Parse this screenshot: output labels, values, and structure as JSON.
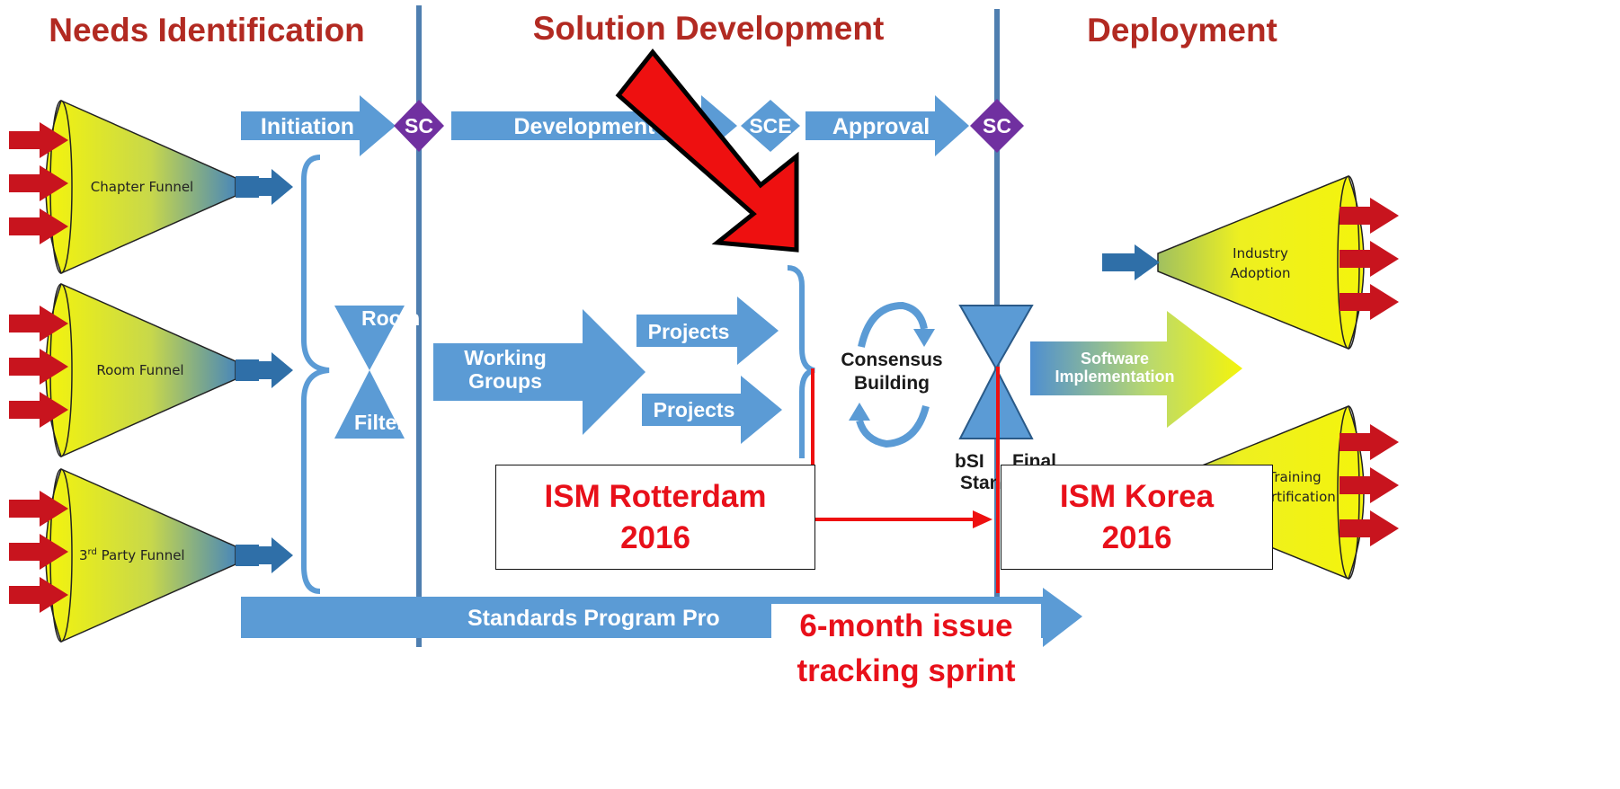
{
  "phases": {
    "needs": "Needs Identification",
    "solution": "Solution Development",
    "deployment": "Deployment"
  },
  "process_bar": {
    "initiation": "Initiation",
    "sc1": "SC",
    "development": "Development",
    "sce": "SCE",
    "approval": "Approval",
    "sc2": "SC"
  },
  "funnels": {
    "chapter": "Chapter Funnel",
    "room": "Room Funnel",
    "third_party_sup": "rd",
    "third_party_pre": "3",
    "third_party_rest": " Party Funnel",
    "industry_line1": "Industry",
    "industry_line2": "Adoption",
    "training_line1": "Training",
    "training_line2": "Certification"
  },
  "filter": {
    "top": "Room",
    "bottom": "Filter"
  },
  "working_groups": {
    "line1": "Working",
    "line2": "Groups"
  },
  "projects": {
    "top": "Projects",
    "bottom": "Projects"
  },
  "consensus": {
    "line1": "Consensus",
    "line2": "Building"
  },
  "final_standard": {
    "left1": "bSI",
    "left2": "Stan",
    "right1": "Final"
  },
  "software": {
    "line1": "Software",
    "line2": "Implementation"
  },
  "standards_bar": "Standards Program Pro",
  "callouts": {
    "rotterdam": "ISM Rotterdam\n2016",
    "korea": "ISM Korea\n2016",
    "sprint": "6-month issue\ntracking sprint"
  },
  "colors": {
    "phase_title": "#b22a22",
    "flow_blue": "#5b9bd5",
    "diamond_purple": "#7030a0",
    "funnel_yellow": "#f2f20a",
    "input_arrow_red": "#c8141e",
    "annotation_red": "#e8101a"
  }
}
